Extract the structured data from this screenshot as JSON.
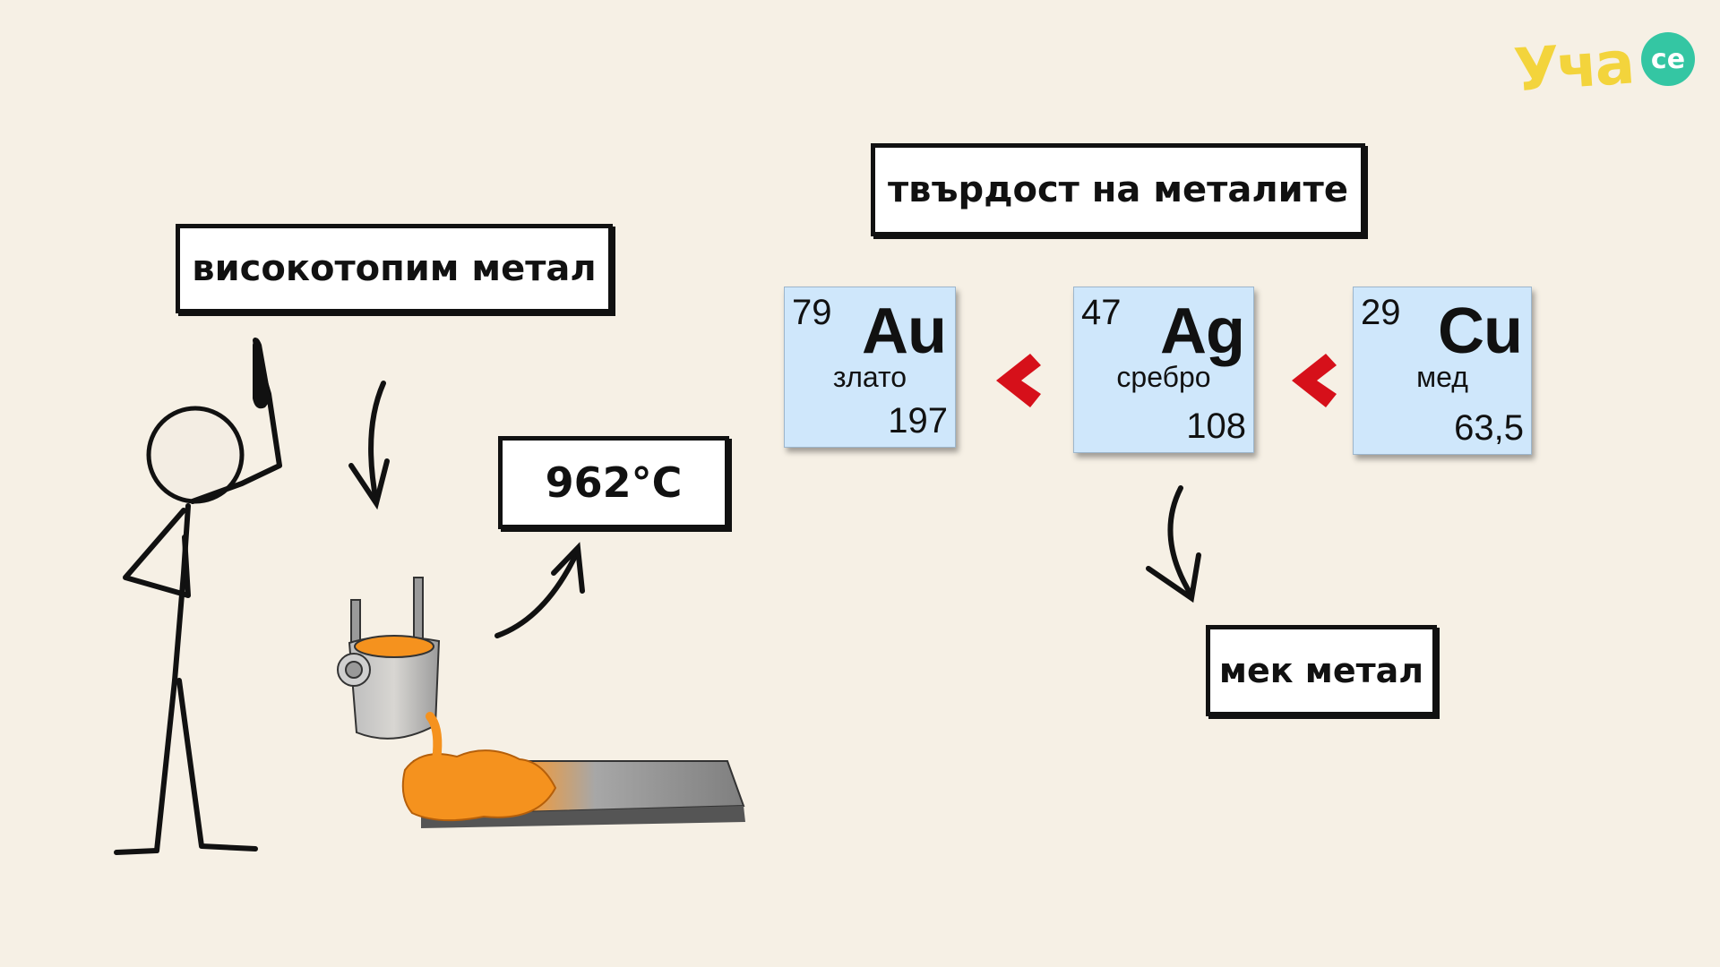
{
  "brand": {
    "logo_text": "Уча",
    "logo_suffix": "се",
    "colors": {
      "yellow": "#f3d43c",
      "teal": "#34c6a3"
    }
  },
  "labels": {
    "high_melting": "високотопим метал",
    "temperature": "962°C",
    "hardness_title": "твърдост на металите",
    "soft_metal": "мек метал"
  },
  "elements": [
    {
      "number": "79",
      "symbol": "Au",
      "name": "злато",
      "mass": "197"
    },
    {
      "number": "47",
      "symbol": "Ag",
      "name": "сребро",
      "mass": "108"
    },
    {
      "number": "29",
      "symbol": "Cu",
      "name": "мед",
      "mass": "63,5"
    }
  ],
  "colors": {
    "tile_bg": "#cfe7fb",
    "arrow_red": "#d6101a",
    "molten": "#f5921e",
    "background": "#f6f0e5"
  }
}
